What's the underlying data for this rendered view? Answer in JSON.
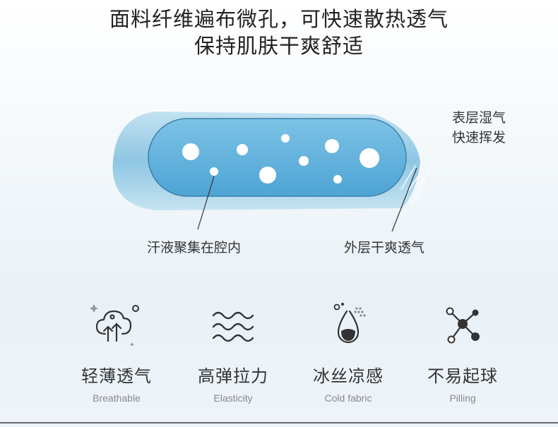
{
  "headline": {
    "line1": "面料纤维遍布微孔，可快速散热透气",
    "line2": "保持肌肤干爽舒适"
  },
  "callouts": {
    "right_line1": "表层湿气",
    "right_line2": "快速挥发",
    "left": "汗液聚集在腔内",
    "middle": "外层干爽透气"
  },
  "features": [
    {
      "zh": "轻薄透气",
      "en": "Breathable",
      "icon": "cloud-tree-icon"
    },
    {
      "zh": "高弹拉力",
      "en": "Elasticity",
      "icon": "waves-icon"
    },
    {
      "zh": "冰丝凉感",
      "en": "Cold fabric",
      "icon": "water-drop-icon"
    },
    {
      "zh": "不易起球",
      "en": "Pilling",
      "icon": "molecule-icon"
    }
  ],
  "colors": {
    "capsule_outer": "#a9d3e8",
    "capsule_inner": "#5eb1dc",
    "icon": "#333333"
  }
}
